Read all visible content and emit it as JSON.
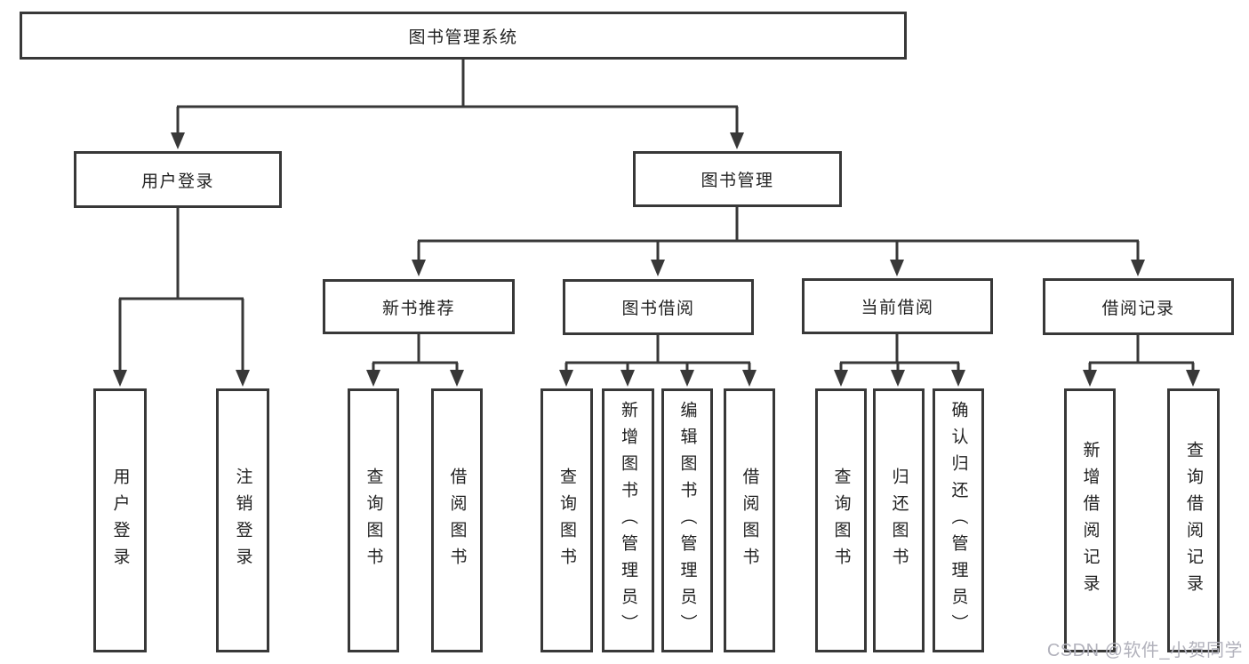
{
  "tree": {
    "root": {
      "label": "图书管理系统"
    },
    "branches": [
      {
        "label": "用户登录",
        "children": [
          {
            "label": "用户登录"
          },
          {
            "label": "注销登录"
          }
        ]
      },
      {
        "label": "图书管理",
        "children": [
          {
            "label": "新书推荐",
            "children": [
              {
                "label": "查询图书"
              },
              {
                "label": "借阅图书"
              }
            ]
          },
          {
            "label": "图书借阅",
            "children": [
              {
                "label": "查询图书"
              },
              {
                "label": "新增图书（管理员）"
              },
              {
                "label": "编辑图书（管理员）"
              },
              {
                "label": "借阅图书"
              }
            ]
          },
          {
            "label": "当前借阅",
            "children": [
              {
                "label": "查询图书"
              },
              {
                "label": "归还图书"
              },
              {
                "label": "确认归还（管理员）"
              }
            ]
          },
          {
            "label": "借阅记录",
            "children": [
              {
                "label": "新增借阅记录"
              },
              {
                "label": "查询借阅记录"
              }
            ]
          }
        ]
      }
    ]
  },
  "watermark": {
    "text": "CSDN @软件_小贺同学",
    "color": "#b2b2bc"
  },
  "colors": {
    "line": "#383838",
    "text": "#222222",
    "background": "#ffffff"
  }
}
